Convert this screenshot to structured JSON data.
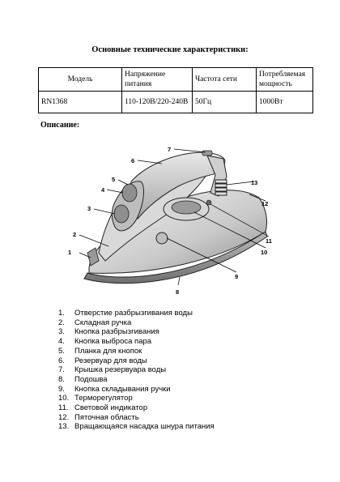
{
  "title": "Основные технические характеристики:",
  "spec_table": {
    "headers": [
      "Модель",
      "Напряжение питания",
      "Частота сети",
      "Потребляемая мощность"
    ],
    "row": [
      "RN1368",
      "110-120В/220-240В",
      "50Гц",
      "1000Вт"
    ]
  },
  "description_title": "Описание:",
  "callout_numbers": [
    "1",
    "2",
    "3",
    "4",
    "5",
    "6",
    "7",
    "8",
    "9",
    "10",
    "11",
    "12",
    "13"
  ],
  "parts": [
    {
      "num": "1.",
      "label": "Отверстие разбрызгивания воды"
    },
    {
      "num": "2.",
      "label": "Складная ручка"
    },
    {
      "num": "3.",
      "label": "Кнопка разбрызгивания"
    },
    {
      "num": "4.",
      "label": "Кнопка выброса пара"
    },
    {
      "num": "5.",
      "label": "Планка для кнопок"
    },
    {
      "num": "6.",
      "label": "Резервуар для воды"
    },
    {
      "num": "7.",
      "label": "Крышка резервуара воды"
    },
    {
      "num": "8.",
      "label": "Подошва"
    },
    {
      "num": "9.",
      "label": "Кнопка складывания ручки"
    },
    {
      "num": "10.",
      "label": "Терморегулятор"
    },
    {
      "num": "11.",
      "label": "Световой индикатор"
    },
    {
      "num": "12.",
      "label": "Пяточная область"
    },
    {
      "num": "13.",
      "label": "Вращающаяся насадка шнура питания"
    }
  ]
}
